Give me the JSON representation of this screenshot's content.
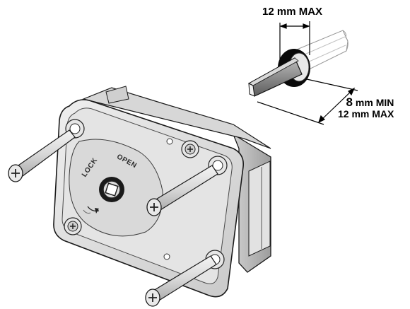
{
  "dimensions": {
    "spindle_width": "12 mm MAX",
    "spindle_length_min_value": "8",
    "spindle_length_min_unit": " mm MIN",
    "spindle_length_max": "12 mm MAX"
  },
  "lock_face": {
    "lock_label": "LOCK",
    "open_label": "OPEN"
  },
  "colors": {
    "housing": "#dcdcdc",
    "outline": "#1a1a1a",
    "spindle_collar": "#000000"
  }
}
